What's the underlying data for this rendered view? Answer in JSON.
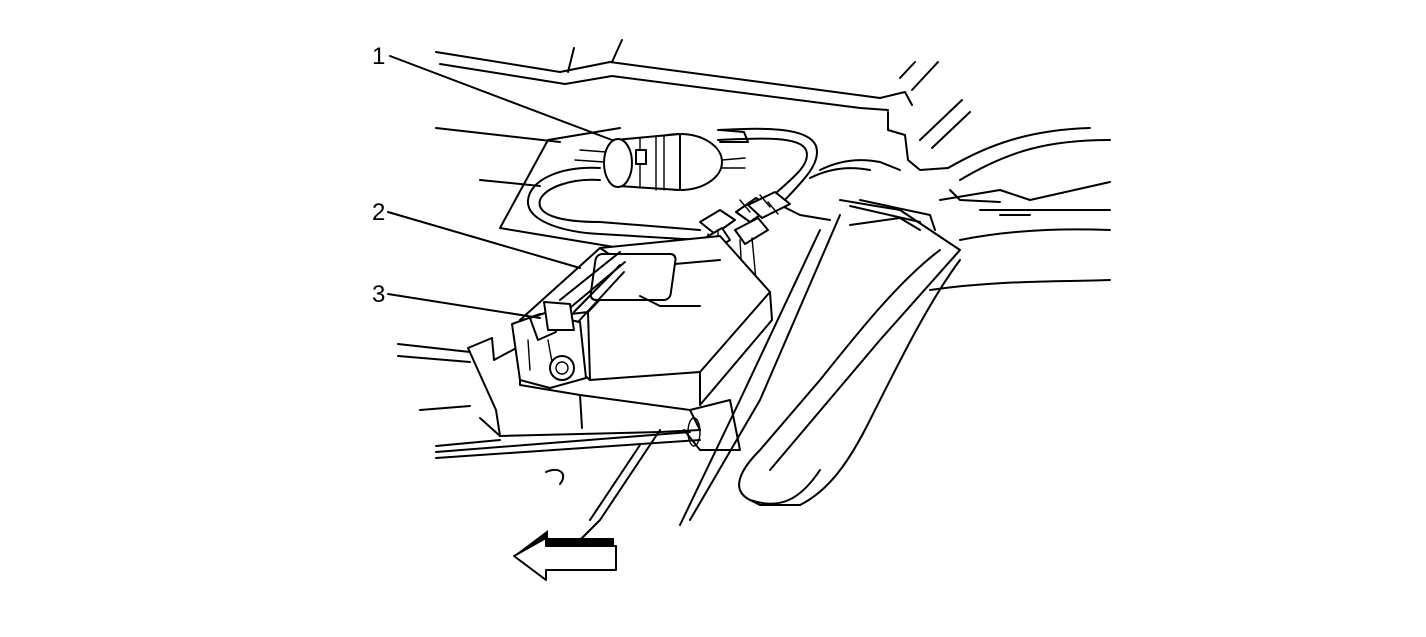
{
  "callouts": [
    {
      "id": "1",
      "label": "1"
    },
    {
      "id": "2",
      "label": "2"
    },
    {
      "id": "3",
      "label": "3"
    }
  ],
  "colors": {
    "line": "#000000",
    "background": "#ffffff"
  },
  "icons": {
    "arrow": "arrow-left-icon"
  }
}
